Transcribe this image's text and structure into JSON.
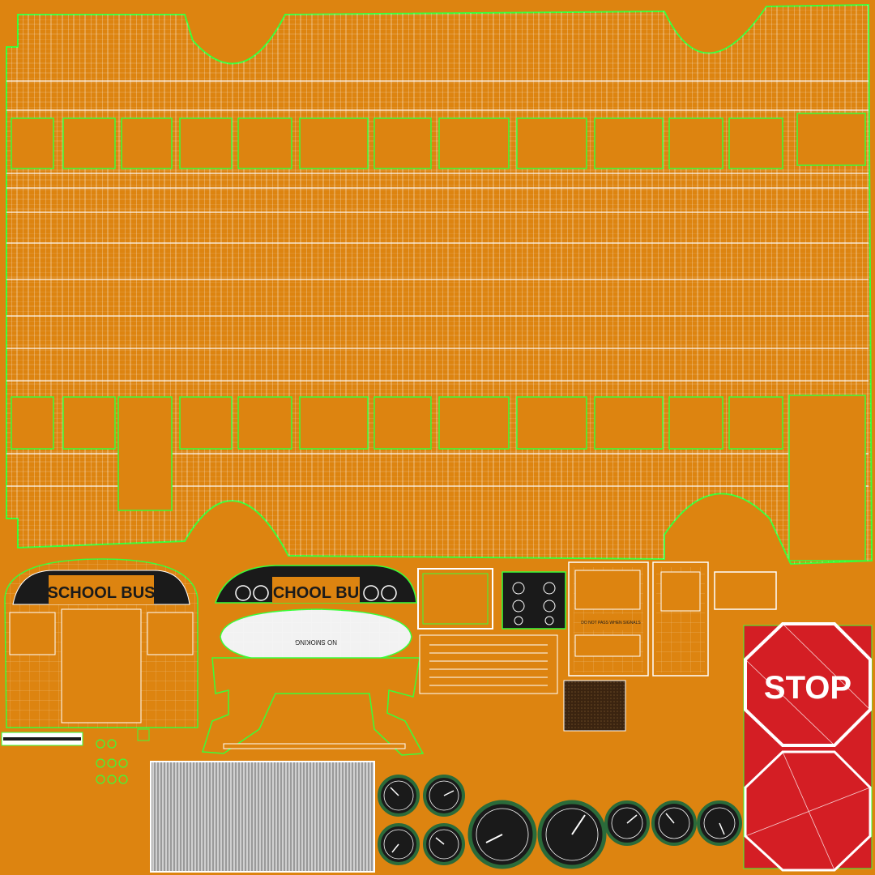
{
  "texture": {
    "background_color": "#dd8410",
    "wire_color": "#ffffff",
    "seam_color": "#39ff39",
    "panel_color": "#dd8410",
    "dark_color": "#1a1a1a",
    "stop_red": "#d41e24"
  },
  "labels": {
    "school_bus_rear": "SCHOOL BUS",
    "school_bus_front": "SCHOOL BUS",
    "no_smoking": "NO SMOKING",
    "do_not_pass": "DO NOT PASS WHEN SIGNALS",
    "stop": "STOP"
  },
  "icons": {
    "gauge": "round-dial-gauge-icon",
    "grille": "radiator-grille-icon",
    "stop_sign": "octagon-stop-sign-icon"
  }
}
